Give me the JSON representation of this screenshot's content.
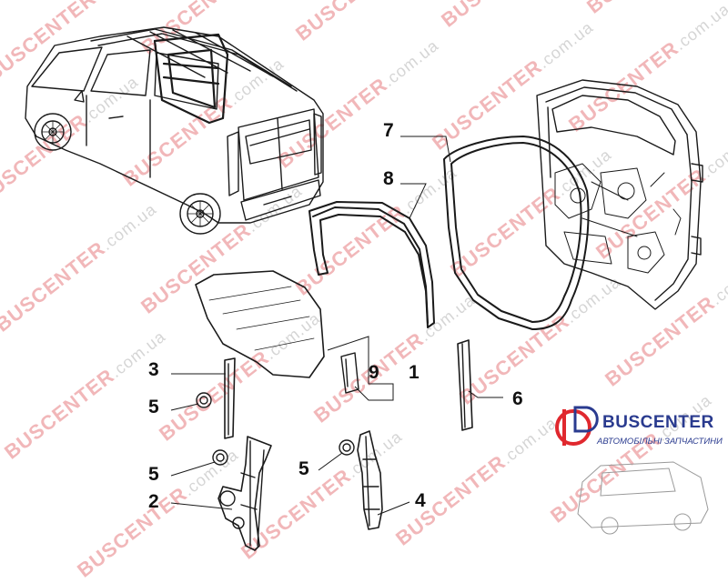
{
  "diagram": {
    "callouts": [
      {
        "id": "c1",
        "text": "1"
      },
      {
        "id": "c2",
        "text": "2"
      },
      {
        "id": "c3",
        "text": "3"
      },
      {
        "id": "c4",
        "text": "4"
      },
      {
        "id": "c5a",
        "text": "5"
      },
      {
        "id": "c5b",
        "text": "5"
      },
      {
        "id": "c5c",
        "text": "5"
      },
      {
        "id": "c6",
        "text": "6"
      },
      {
        "id": "c7",
        "text": "7"
      },
      {
        "id": "c8",
        "text": "8"
      },
      {
        "id": "c9",
        "text": "9"
      }
    ]
  },
  "watermark": {
    "brand": "BUSCENTER",
    "domain": ".com.ua"
  },
  "logo": {
    "name": "BUSCENTER",
    "tagline": "АВТОМОБІЛЬНІ ЗАПЧАСТИНИ"
  },
  "colors": {
    "line": "#1a1a1a",
    "watermark_red": "#d9343a",
    "logo_blue": "#2a3b8f",
    "logo_red": "#e0282e"
  },
  "icons": [
    "van-illustration",
    "door-panel",
    "window-glass",
    "regulator"
  ]
}
